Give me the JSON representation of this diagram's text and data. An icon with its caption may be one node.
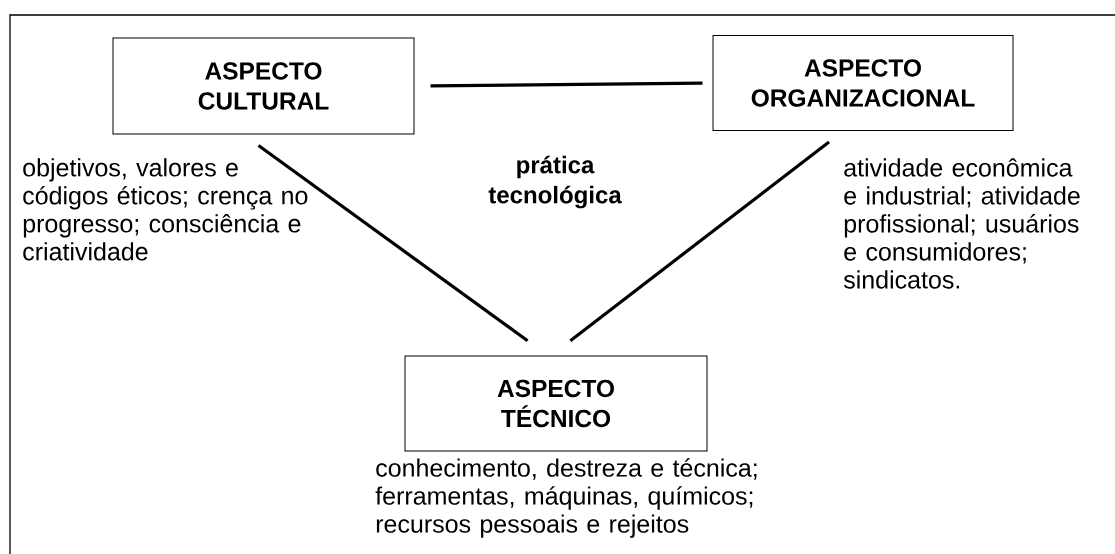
{
  "diagram": {
    "nodes": [
      {
        "text": [
          "ASPECTO CULTURAL"
        ],
        "beside": [
          "objetivos, valores e códigos éticos; crença no progresso; consciência e criatividade"
        ]
      },
      {
        "text": [
          "ASPECTO ORGANIZACIONAL"
        ],
        "beside": [
          "atividade econômica e industrial; atividade profissional; usuários e consumidores; sindicatos."
        ]
      },
      {
        "text": [
          "ASPECTO TÉCNICO"
        ],
        "beside": [
          "conhecimento, destreza e técnica; ferramentas, máquinas, químicos; recursos pessoais e rejeitos"
        ]
      }
    ],
    "edges": [
      {
        "from": 0,
        "to": 1,
        "arrow": "none"
      },
      {
        "from": 0,
        "to": 2,
        "arrow": "none"
      },
      {
        "from": 1,
        "to": 2,
        "arrow": "none"
      }
    ],
    "labels": [
      "prática tecnológica"
    ]
  }
}
